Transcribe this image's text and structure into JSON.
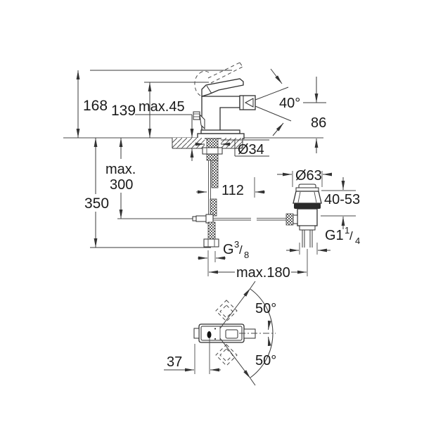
{
  "drawing": {
    "kind": "technical-dimension-drawing",
    "colors": {
      "line": "#3a3a3a",
      "text": "#1a1a1a",
      "background": "#ffffff",
      "seal": "#2a2a2a"
    },
    "labels": {
      "height_total": "168",
      "height_handle": "139",
      "deck_thickness_max": "max.45",
      "spray_angle": "40°",
      "spout_height": "86",
      "hole_diameter": "Ø34",
      "hose_max_word": "max.",
      "hose_max_value": "300",
      "hose_length": "350",
      "waste_offset": "112",
      "waste_flange_diameter": "Ø63",
      "waste_clamp_range": "40-53",
      "waste_thread_base": "G1",
      "waste_thread_numerator": "1",
      "waste_thread_slash": "/",
      "waste_thread_denominator": "4",
      "supply_thread_base": "G",
      "supply_thread_numerator": "3",
      "supply_thread_slash": "/",
      "supply_thread_denominator": "8",
      "rod_reach_max": "max.180",
      "swivel_angle_upper": "50°",
      "swivel_angle_lower": "50°",
      "handle_center_offset": "37"
    }
  }
}
